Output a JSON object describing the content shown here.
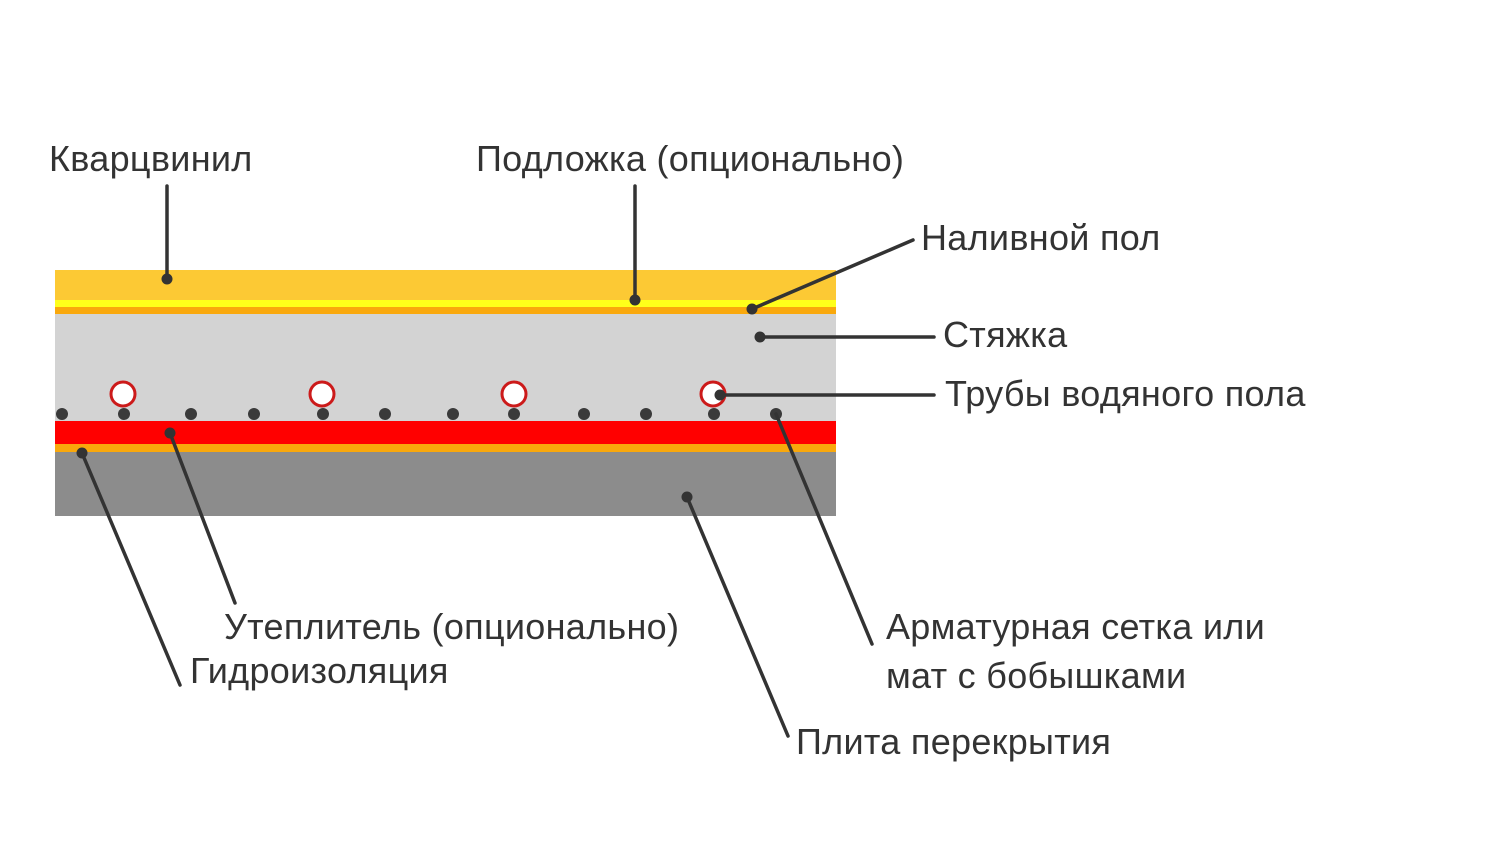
{
  "title": "Водяной тёплый пол под кварцвинил — схема слоёв",
  "colors": {
    "vinyl": "#fcc934",
    "underlay": "#ffff1a",
    "self_leveling": "#f9a80c",
    "screed": "#d3d3d3",
    "pipe_fill": "#ffffff",
    "pipe_stroke": "#cc1a1a",
    "insulation": "#ff0000",
    "waterproofing": "#f9a80c",
    "slab": "#8c8c8c",
    "leader": "#333333",
    "text": "#333333"
  },
  "layers": [
    {
      "id": "vinyl",
      "name": "Кварцвинил"
    },
    {
      "id": "underlay",
      "name": "Подложка (опционально)"
    },
    {
      "id": "self_leveling",
      "name": "Наливной пол"
    },
    {
      "id": "screed",
      "name": "Стяжка"
    },
    {
      "id": "pipes",
      "name": "Трубы водяного пола"
    },
    {
      "id": "rebar",
      "name": "Арматурная сетка или мат с бобышками"
    },
    {
      "id": "insulation",
      "name": "Утеплитель (опционально)"
    },
    {
      "id": "waterproofing",
      "name": "Гидроизоляция"
    },
    {
      "id": "slab",
      "name": "Плита перекрытия"
    }
  ],
  "labels": {
    "vinyl": "Кварцвинил",
    "underlay": "Подложка (опционально)",
    "self_leveling": "Наливной пол",
    "screed": "Стяжка",
    "pipes": "Трубы водяного пола",
    "rebar_line1": "Арматурная сетка или",
    "rebar_line2": "мат с бобышками",
    "insulation": "Утеплитель (опционально)",
    "waterproofing": "Гидроизоляция",
    "slab": "Плита перекрытия"
  },
  "counts": {
    "pipes": 4,
    "rebar_points": 12
  }
}
